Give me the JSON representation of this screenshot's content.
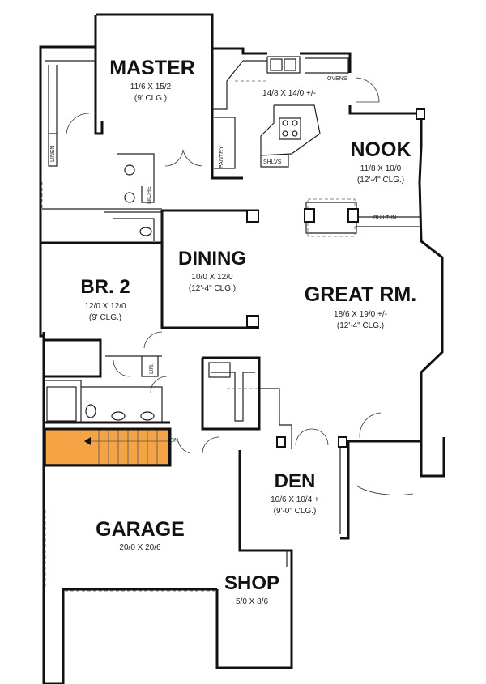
{
  "rooms": {
    "master": {
      "name": "MASTER",
      "dim": "11/6  X  15/2",
      "clg": "(9' CLG.)"
    },
    "kitchen": {
      "dim": "14/8  X  14/0 +/-"
    },
    "nook": {
      "name": "NOOK",
      "dim": "11/8  X  10/0",
      "clg": "(12'-4\" CLG.)"
    },
    "dining": {
      "name": "DINING",
      "dim": "10/0  X  12/0",
      "clg": "(12'-4\" CLG.)"
    },
    "br2": {
      "name": "BR. 2",
      "dim": "12/0  X  12/0",
      "clg": "(9' CLG.)"
    },
    "great": {
      "name": "GREAT RM.",
      "dim": "18/6  X  19/0 +/-",
      "clg": "(12'-4\" CLG.)"
    },
    "den": {
      "name": "DEN",
      "dim": "10/6  X  10/4 +",
      "clg": "(9'-0\" CLG.)"
    },
    "garage": {
      "name": "GARAGE",
      "dim": "20/0  X  20/6"
    },
    "shop": {
      "name": "SHOP",
      "dim": "5/0  X  8/6"
    }
  },
  "labels": {
    "ovens": "OVENS",
    "pantry": "PANTRY",
    "shlvs": "SHLVS",
    "niche": "NICHE",
    "linen": "LINEN",
    "lin": "LIN.",
    "built_in": "BUILT-IN",
    "dn": "DN"
  },
  "colors": {
    "stair": "#F5A445",
    "wall": "#111111"
  }
}
